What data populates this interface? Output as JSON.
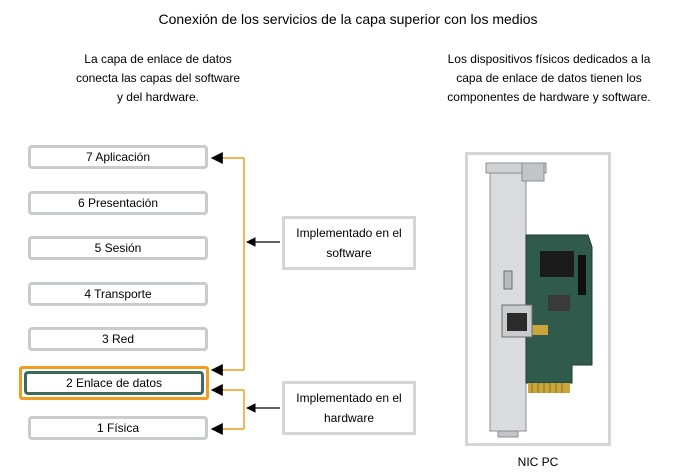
{
  "title": "Conexión de los servicios de la capa superior con los medios",
  "caption_left": {
    "line1": "La capa de enlace de datos",
    "line2": "conecta las capas del software",
    "line3": "y del hardware."
  },
  "caption_right": {
    "line1": "Los dispositivos físicos dedicados a la",
    "line2": "capa de enlace de datos tienen los",
    "line3": "componentes de hardware y software."
  },
  "layers": [
    {
      "label": "7 Aplicación"
    },
    {
      "label": "6 Presentación"
    },
    {
      "label": "5 Sesión"
    },
    {
      "label": "4 Transporte"
    },
    {
      "label": "3 Red"
    },
    {
      "label": "2 Enlace de datos"
    },
    {
      "label": "1 Física"
    }
  ],
  "software_box": {
    "line1": "Implementado en el",
    "line2": "software"
  },
  "hardware_box": {
    "line1": "Implementado en el",
    "line2": "hardware"
  },
  "nic_label": "NIC PC",
  "colors": {
    "accent": "#f39c1f",
    "highlight_border": "#3f6a5b",
    "box_border": "#c9cdc9"
  }
}
